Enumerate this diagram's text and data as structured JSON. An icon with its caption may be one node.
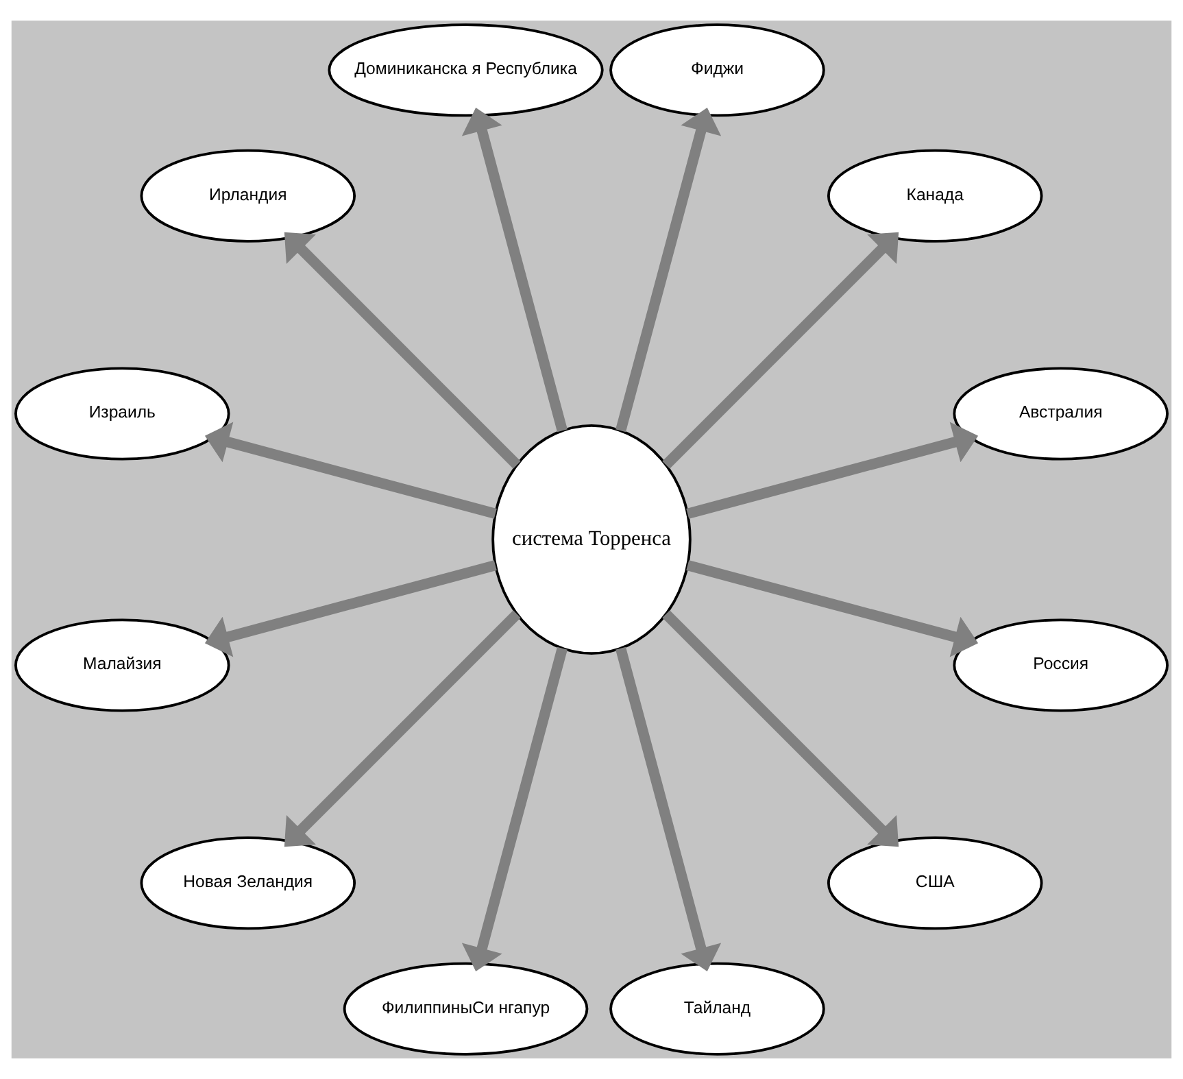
{
  "diagram": {
    "nodes": [
      {
        "text": [
          "система Торренса"
        ]
      },
      {
        "text": [
          "Австралия"
        ]
      },
      {
        "text": [
          "Канада"
        ]
      },
      {
        "text": [
          "Фиджи"
        ]
      },
      {
        "text": [
          "Доминиканска я Республика"
        ]
      },
      {
        "text": [
          "Ирландия"
        ]
      },
      {
        "text": [
          "Израиль"
        ]
      },
      {
        "text": [
          "Малайзия"
        ]
      },
      {
        "text": [
          "Новая Зеландия"
        ]
      },
      {
        "text": [
          "ФилиппиныСи нгапур"
        ]
      },
      {
        "text": [
          "Тайланд"
        ]
      },
      {
        "text": [
          "США"
        ]
      },
      {
        "text": [
          "Россия"
        ]
      }
    ],
    "edges": [
      {
        "from": 0,
        "to": 1,
        "arrow": "to"
      },
      {
        "from": 0,
        "to": 2,
        "arrow": "to"
      },
      {
        "from": 0,
        "to": 3,
        "arrow": "to"
      },
      {
        "from": 0,
        "to": 4,
        "arrow": "to"
      },
      {
        "from": 0,
        "to": 5,
        "arrow": "to"
      },
      {
        "from": 0,
        "to": 6,
        "arrow": "to"
      },
      {
        "from": 0,
        "to": 7,
        "arrow": "to"
      },
      {
        "from": 0,
        "to": 8,
        "arrow": "to"
      },
      {
        "from": 0,
        "to": 9,
        "arrow": "to"
      },
      {
        "from": 0,
        "to": 10,
        "arrow": "to"
      },
      {
        "from": 0,
        "to": 11,
        "arrow": "to"
      },
      {
        "from": 0,
        "to": 12,
        "arrow": "to"
      }
    ]
  }
}
